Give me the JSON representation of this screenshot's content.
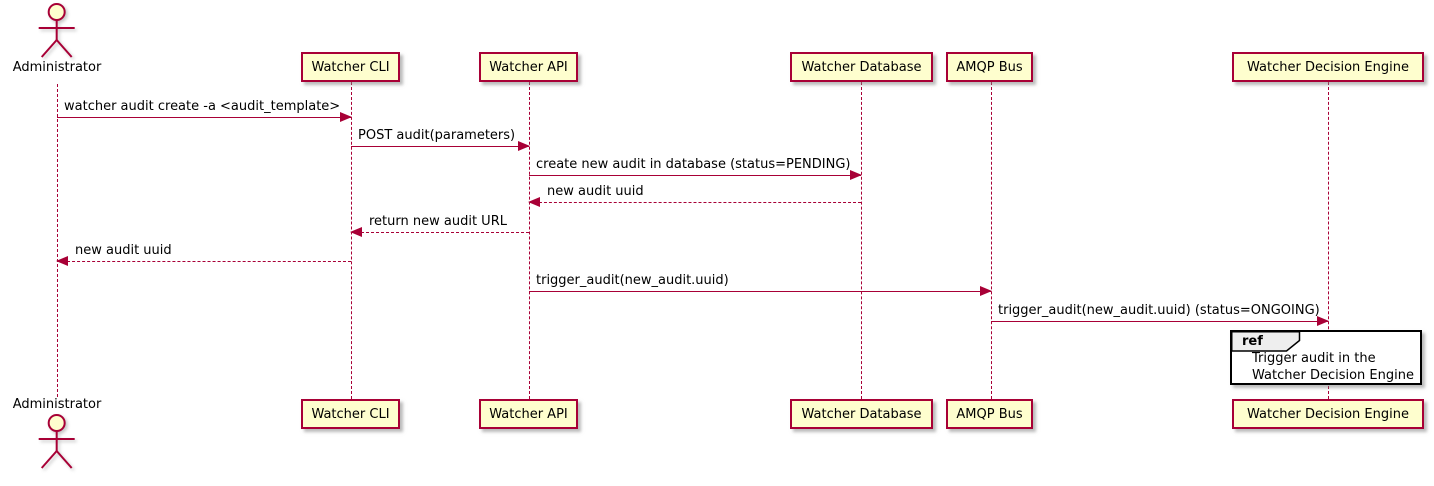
{
  "diagram": {
    "type": "sequence",
    "actor": {
      "label": "Administrator"
    },
    "participants": [
      {
        "label": "Watcher CLI"
      },
      {
        "label": "Watcher API"
      },
      {
        "label": "Watcher Database"
      },
      {
        "label": "AMQP Bus"
      },
      {
        "label": "Watcher Decision Engine"
      }
    ],
    "messages": [
      {
        "from": "Administrator",
        "to": "Watcher CLI",
        "text": "watcher audit create -a <audit_template>",
        "style": "solid"
      },
      {
        "from": "Watcher CLI",
        "to": "Watcher API",
        "text": "POST audit(parameters)",
        "style": "solid"
      },
      {
        "from": "Watcher API",
        "to": "Watcher Database",
        "text": "create new audit in database (status=PENDING)",
        "style": "solid"
      },
      {
        "from": "Watcher Database",
        "to": "Watcher API",
        "text": "new audit uuid",
        "style": "dashed"
      },
      {
        "from": "Watcher API",
        "to": "Watcher CLI",
        "text": "return new audit URL",
        "style": "dashed"
      },
      {
        "from": "Watcher CLI",
        "to": "Administrator",
        "text": "new audit uuid",
        "style": "dashed"
      },
      {
        "from": "Watcher API",
        "to": "AMQP Bus",
        "text": "trigger_audit(new_audit.uuid)",
        "style": "solid"
      },
      {
        "from": "AMQP Bus",
        "to": "Watcher Decision Engine",
        "text": "trigger_audit(new_audit.uuid) (status=ONGOING)",
        "style": "solid"
      }
    ],
    "ref": {
      "keyword": "ref",
      "line1": "Trigger audit in the",
      "line2": "Watcher Decision Engine"
    },
    "colors": {
      "border": "#A80036",
      "participant_fill": "#FEFECE",
      "text": "#000000",
      "ref_tab_fill": "#EEEEEE",
      "ref_border": "#000000"
    }
  }
}
